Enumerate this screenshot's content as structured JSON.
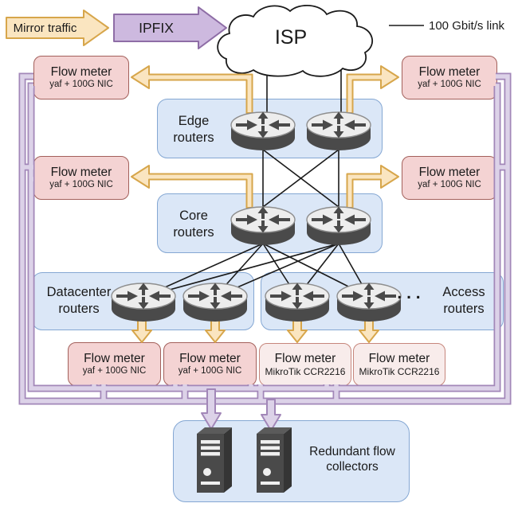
{
  "header": {
    "mirror_traffic_label": "Mirror traffic",
    "ipfix_label": "IPFIX",
    "isp_label": "ISP",
    "legend_label": "100 Gbit/s link"
  },
  "router_groups": {
    "edge": {
      "label": "Edge routers"
    },
    "core": {
      "label": "Core routers"
    },
    "datacenter": {
      "label": "Datacenter routers"
    },
    "access": {
      "label": "Access routers",
      "ellipsis": ". . ."
    }
  },
  "flow_meters": {
    "edge_left": {
      "title": "Flow meter",
      "subtitle": "yaf + 100G NIC"
    },
    "edge_right": {
      "title": "Flow meter",
      "subtitle": "yaf + 100G NIC"
    },
    "core_left": {
      "title": "Flow meter",
      "subtitle": "yaf + 100G NIC"
    },
    "core_right": {
      "title": "Flow meter",
      "subtitle": "yaf + 100G NIC"
    },
    "datacenter_1": {
      "title": "Flow meter",
      "subtitle": "yaf + 100G NIC"
    },
    "datacenter_2": {
      "title": "Flow meter",
      "subtitle": "yaf + 100G NIC"
    },
    "access_1": {
      "title": "Flow meter",
      "subtitle": "MikroTik CCR2216"
    },
    "access_2": {
      "title": "Flow meter",
      "subtitle": "MikroTik CCR2216"
    }
  },
  "collectors": {
    "label": "Redundant flow collectors"
  },
  "colors": {
    "mirror_arrow_fill": "#FAE5C0",
    "mirror_arrow_stroke": "#D7A64B",
    "ipfix_arrow_fill": "#CDB9DF",
    "ipfix_arrow_stroke": "#8E6DA6",
    "ipfix_bus_fill": "#DCD2E8",
    "ipfix_bus_stroke": "#A287B8",
    "flow_meter_yaf_fill": "#F4D3D3",
    "flow_meter_yaf_stroke": "#A3605B",
    "flow_meter_mikrotik_fill": "#F8ECEB",
    "flow_meter_mikrotik_stroke": "#C6867C",
    "group_box_fill": "#DBE7F7",
    "group_box_stroke": "#84A7D3",
    "link_color": "#1a1a1a"
  }
}
